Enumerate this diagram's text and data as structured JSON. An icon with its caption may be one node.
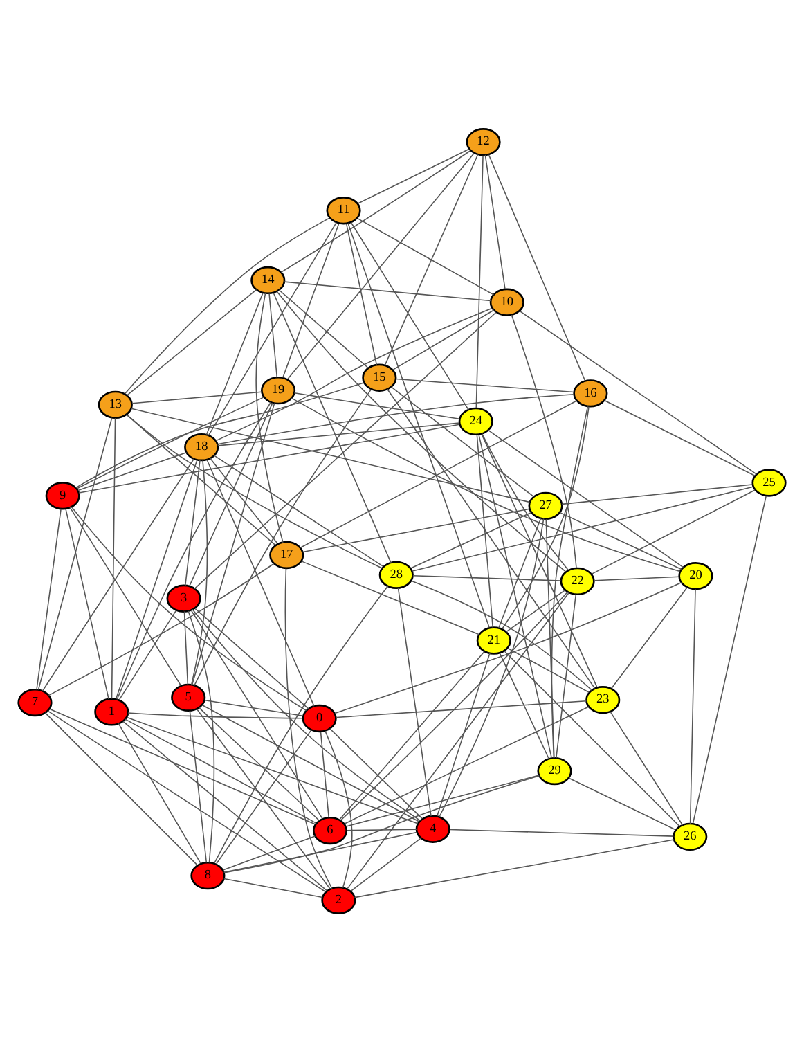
{
  "diagram": {
    "nodes": [
      {
        "text": [
          "0"
        ]
      },
      {
        "text": [
          "1"
        ]
      },
      {
        "text": [
          "2"
        ]
      },
      {
        "text": [
          "3"
        ]
      },
      {
        "text": [
          "4"
        ]
      },
      {
        "text": [
          "5"
        ]
      },
      {
        "text": [
          "6"
        ]
      },
      {
        "text": [
          "7"
        ]
      },
      {
        "text": [
          "8"
        ]
      },
      {
        "text": [
          "9"
        ]
      },
      {
        "text": [
          "10"
        ]
      },
      {
        "text": [
          "11"
        ]
      },
      {
        "text": [
          "12"
        ]
      },
      {
        "text": [
          "13"
        ]
      },
      {
        "text": [
          "14"
        ]
      },
      {
        "text": [
          "15"
        ]
      },
      {
        "text": [
          "16"
        ]
      },
      {
        "text": [
          "17"
        ]
      },
      {
        "text": [
          "18"
        ]
      },
      {
        "text": [
          "19"
        ]
      },
      {
        "text": [
          "20"
        ]
      },
      {
        "text": [
          "21"
        ]
      },
      {
        "text": [
          "22"
        ]
      },
      {
        "text": [
          "23"
        ]
      },
      {
        "text": [
          "24"
        ]
      },
      {
        "text": [
          "25"
        ]
      },
      {
        "text": [
          "26"
        ]
      },
      {
        "text": [
          "27"
        ]
      },
      {
        "text": [
          "28"
        ]
      },
      {
        "text": [
          "29"
        ]
      }
    ],
    "edges": [
      {
        "from": 0,
        "to": 1,
        "arrow": "none"
      },
      {
        "from": 0,
        "to": 2,
        "arrow": "none"
      },
      {
        "from": 0,
        "to": 3,
        "arrow": "none"
      },
      {
        "from": 0,
        "to": 4,
        "arrow": "none"
      },
      {
        "from": 0,
        "to": 5,
        "arrow": "none"
      },
      {
        "from": 0,
        "to": 6,
        "arrow": "none"
      },
      {
        "from": 0,
        "to": 8,
        "arrow": "none"
      },
      {
        "from": 0,
        "to": 9,
        "arrow": "none"
      },
      {
        "from": 1,
        "to": 2,
        "arrow": "none"
      },
      {
        "from": 1,
        "to": 3,
        "arrow": "none"
      },
      {
        "from": 1,
        "to": 4,
        "arrow": "none"
      },
      {
        "from": 1,
        "to": 6,
        "arrow": "none"
      },
      {
        "from": 1,
        "to": 8,
        "arrow": "none"
      },
      {
        "from": 1,
        "to": 9,
        "arrow": "none"
      },
      {
        "from": 2,
        "to": 4,
        "arrow": "none"
      },
      {
        "from": 2,
        "to": 5,
        "arrow": "none"
      },
      {
        "from": 2,
        "to": 7,
        "arrow": "none"
      },
      {
        "from": 2,
        "to": 8,
        "arrow": "none"
      },
      {
        "from": 3,
        "to": 4,
        "arrow": "none"
      },
      {
        "from": 3,
        "to": 5,
        "arrow": "none"
      },
      {
        "from": 3,
        "to": 6,
        "arrow": "none"
      },
      {
        "from": 3,
        "to": 8,
        "arrow": "none"
      },
      {
        "from": 4,
        "to": 5,
        "arrow": "none"
      },
      {
        "from": 4,
        "to": 6,
        "arrow": "none"
      },
      {
        "from": 4,
        "to": 8,
        "arrow": "none"
      },
      {
        "from": 5,
        "to": 6,
        "arrow": "none"
      },
      {
        "from": 5,
        "to": 8,
        "arrow": "none"
      },
      {
        "from": 5,
        "to": 9,
        "arrow": "none"
      },
      {
        "from": 6,
        "to": 7,
        "arrow": "none"
      },
      {
        "from": 6,
        "to": 8,
        "arrow": "none"
      },
      {
        "from": 7,
        "to": 8,
        "arrow": "none"
      },
      {
        "from": 7,
        "to": 9,
        "arrow": "none"
      },
      {
        "from": 0,
        "to": 18,
        "arrow": "none"
      },
      {
        "from": 0,
        "to": 23,
        "arrow": "none"
      },
      {
        "from": 0,
        "to": 20,
        "arrow": "none"
      },
      {
        "from": 1,
        "to": 19,
        "arrow": "none"
      },
      {
        "from": 1,
        "to": 13,
        "arrow": "none"
      },
      {
        "from": 1,
        "to": 18,
        "arrow": "none"
      },
      {
        "from": 2,
        "to": 22,
        "arrow": "none"
      },
      {
        "from": 2,
        "to": 17,
        "arrow": "none"
      },
      {
        "from": 2,
        "to": 26,
        "arrow": "none"
      },
      {
        "from": 3,
        "to": 10,
        "arrow": "none"
      },
      {
        "from": 3,
        "to": 19,
        "arrow": "none"
      },
      {
        "from": 3,
        "to": 18,
        "arrow": "none"
      },
      {
        "from": 4,
        "to": 21,
        "arrow": "none"
      },
      {
        "from": 4,
        "to": 26,
        "arrow": "none"
      },
      {
        "from": 4,
        "to": 27,
        "arrow": "none"
      },
      {
        "from": 4,
        "to": 28,
        "arrow": "none"
      },
      {
        "from": 5,
        "to": 19,
        "arrow": "none"
      },
      {
        "from": 5,
        "to": 15,
        "arrow": "none"
      },
      {
        "from": 5,
        "to": 18,
        "arrow": "none"
      },
      {
        "from": 6,
        "to": 21,
        "arrow": "none"
      },
      {
        "from": 6,
        "to": 29,
        "arrow": "none"
      },
      {
        "from": 6,
        "to": 22,
        "arrow": "none"
      },
      {
        "from": 6,
        "to": 23,
        "arrow": "none"
      },
      {
        "from": 7,
        "to": 13,
        "arrow": "none"
      },
      {
        "from": 7,
        "to": 17,
        "arrow": "none"
      },
      {
        "from": 7,
        "to": 18,
        "arrow": "none"
      },
      {
        "from": 8,
        "to": 28,
        "arrow": "none"
      },
      {
        "from": 8,
        "to": 29,
        "arrow": "none"
      },
      {
        "from": 9,
        "to": 19,
        "arrow": "none"
      },
      {
        "from": 9,
        "to": 18,
        "arrow": "none"
      },
      {
        "from": 9,
        "to": 15,
        "arrow": "none"
      },
      {
        "from": 9,
        "to": 24,
        "arrow": "none"
      },
      {
        "from": 10,
        "to": 11,
        "arrow": "none"
      },
      {
        "from": 10,
        "to": 12,
        "arrow": "none"
      },
      {
        "from": 10,
        "to": 14,
        "arrow": "none"
      },
      {
        "from": 10,
        "to": 15,
        "arrow": "none"
      },
      {
        "from": 10,
        "to": 18,
        "arrow": "none"
      },
      {
        "from": 11,
        "to": 12,
        "arrow": "none"
      },
      {
        "from": 11,
        "to": 13,
        "arrow": "none"
      },
      {
        "from": 11,
        "to": 15,
        "arrow": "none"
      },
      {
        "from": 11,
        "to": 18,
        "arrow": "none"
      },
      {
        "from": 11,
        "to": 19,
        "arrow": "none"
      },
      {
        "from": 12,
        "to": 14,
        "arrow": "none"
      },
      {
        "from": 12,
        "to": 16,
        "arrow": "none"
      },
      {
        "from": 12,
        "to": 15,
        "arrow": "none"
      },
      {
        "from": 13,
        "to": 14,
        "arrow": "none"
      },
      {
        "from": 13,
        "to": 17,
        "arrow": "none"
      },
      {
        "from": 13,
        "to": 19,
        "arrow": "none"
      },
      {
        "from": 14,
        "to": 15,
        "arrow": "none"
      },
      {
        "from": 14,
        "to": 18,
        "arrow": "none"
      },
      {
        "from": 14,
        "to": 17,
        "arrow": "none"
      },
      {
        "from": 14,
        "to": 19,
        "arrow": "none"
      },
      {
        "from": 15,
        "to": 16,
        "arrow": "none"
      },
      {
        "from": 16,
        "to": 18,
        "arrow": "none"
      },
      {
        "from": 16,
        "to": 17,
        "arrow": "none"
      },
      {
        "from": 17,
        "to": 18,
        "arrow": "none"
      },
      {
        "from": 10,
        "to": 22,
        "arrow": "none"
      },
      {
        "from": 11,
        "to": 24,
        "arrow": "none"
      },
      {
        "from": 12,
        "to": 19,
        "arrow": "none"
      },
      {
        "from": 12,
        "to": 24,
        "arrow": "none"
      },
      {
        "from": 13,
        "to": 27,
        "arrow": "none"
      },
      {
        "from": 13,
        "to": 28,
        "arrow": "none"
      },
      {
        "from": 14,
        "to": 28,
        "arrow": "none"
      },
      {
        "from": 14,
        "to": 22,
        "arrow": "none"
      },
      {
        "from": 15,
        "to": 23,
        "arrow": "none"
      },
      {
        "from": 16,
        "to": 25,
        "arrow": "none"
      },
      {
        "from": 16,
        "to": 21,
        "arrow": "none"
      },
      {
        "from": 17,
        "to": 21,
        "arrow": "none"
      },
      {
        "from": 17,
        "to": 27,
        "arrow": "none"
      },
      {
        "from": 18,
        "to": 24,
        "arrow": "none"
      },
      {
        "from": 18,
        "to": 28,
        "arrow": "none"
      },
      {
        "from": 19,
        "to": 24,
        "arrow": "none"
      },
      {
        "from": 19,
        "to": 20,
        "arrow": "none"
      },
      {
        "from": 10,
        "to": 25,
        "arrow": "none"
      },
      {
        "from": 11,
        "to": 21,
        "arrow": "none"
      },
      {
        "from": 15,
        "to": 27,
        "arrow": "none"
      },
      {
        "from": 16,
        "to": 29,
        "arrow": "none"
      },
      {
        "from": 20,
        "to": 22,
        "arrow": "none"
      },
      {
        "from": 20,
        "to": 23,
        "arrow": "none"
      },
      {
        "from": 20,
        "to": 24,
        "arrow": "none"
      },
      {
        "from": 21,
        "to": 22,
        "arrow": "none"
      },
      {
        "from": 21,
        "to": 23,
        "arrow": "none"
      },
      {
        "from": 21,
        "to": 24,
        "arrow": "none"
      },
      {
        "from": 21,
        "to": 26,
        "arrow": "none"
      },
      {
        "from": 21,
        "to": 27,
        "arrow": "none"
      },
      {
        "from": 21,
        "to": 29,
        "arrow": "none"
      },
      {
        "from": 22,
        "to": 24,
        "arrow": "none"
      },
      {
        "from": 22,
        "to": 25,
        "arrow": "none"
      },
      {
        "from": 22,
        "to": 28,
        "arrow": "none"
      },
      {
        "from": 23,
        "to": 24,
        "arrow": "none"
      },
      {
        "from": 23,
        "to": 26,
        "arrow": "none"
      },
      {
        "from": 23,
        "to": 28,
        "arrow": "none"
      },
      {
        "from": 24,
        "to": 29,
        "arrow": "none"
      },
      {
        "from": 25,
        "to": 26,
        "arrow": "none"
      },
      {
        "from": 25,
        "to": 27,
        "arrow": "none"
      },
      {
        "from": 26,
        "to": 29,
        "arrow": "none"
      },
      {
        "from": 27,
        "to": 28,
        "arrow": "none"
      },
      {
        "from": 27,
        "to": 29,
        "arrow": "none"
      },
      {
        "from": 20,
        "to": 26,
        "arrow": "none"
      },
      {
        "from": 20,
        "to": 27,
        "arrow": "none"
      },
      {
        "from": 22,
        "to": 29,
        "arrow": "none"
      },
      {
        "from": 25,
        "to": 28,
        "arrow": "none"
      }
    ]
  }
}
